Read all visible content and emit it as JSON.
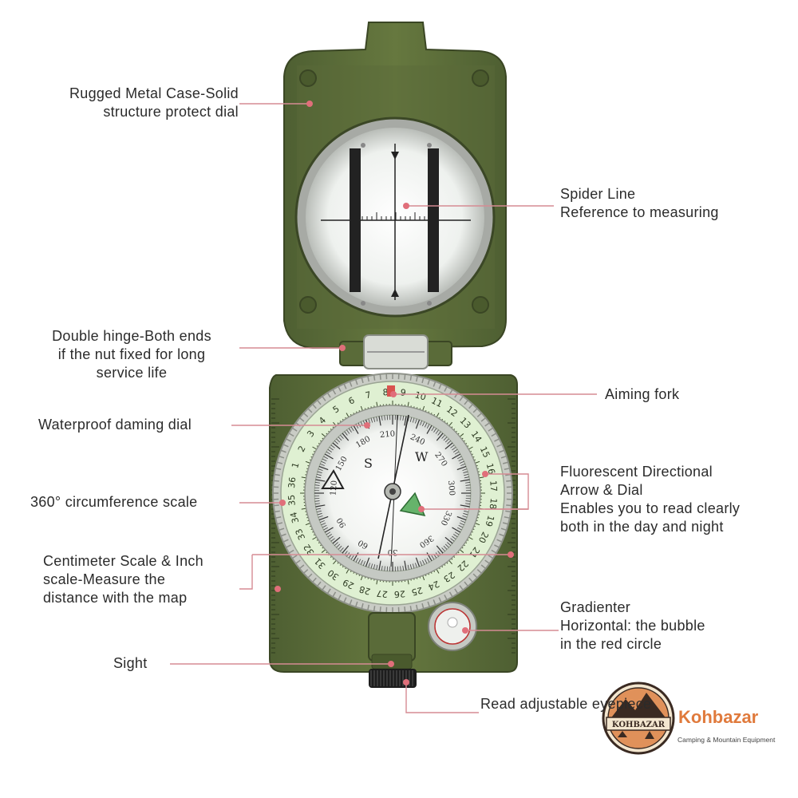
{
  "callouts": {
    "case": [
      "Rugged Metal Case-Solid",
      "structure protect dial"
    ],
    "spider": [
      "Spider Line",
      "Reference to measuring"
    ],
    "hinge": [
      "Double hinge-Both ends",
      "if the nut fixed for long",
      "service life"
    ],
    "aiming": [
      "Aiming fork"
    ],
    "waterproof": [
      "Waterproof daming dial"
    ],
    "fluorescent": [
      "Fluorescent Directional",
      "Arrow & Dial",
      "Enables you to read clearly",
      "both in the day and night"
    ],
    "circumference": [
      "360° circumference scale"
    ],
    "centimeter": [
      "Centimeter Scale & Inch",
      "scale-Measure the",
      "distance with the map"
    ],
    "gradienter": [
      "Gradienter",
      "Horizontal: the bubble",
      "in the red circle"
    ],
    "sight": [
      "Sight"
    ],
    "eyepiece": [
      "Read adjustable eyepiece"
    ]
  },
  "brand": {
    "name": "Kohbazar",
    "tagline": "Camping & Mountain Equipment",
    "logo_text": "KOHBAZAR"
  },
  "compass": {
    "cardinals": [
      "S",
      "W"
    ],
    "inner_degrees": [
      "180",
      "210",
      "240",
      "270",
      "300",
      "330",
      "150",
      "120",
      "90",
      "60",
      "30",
      "360"
    ],
    "outer_numbers": [
      "1",
      "2",
      "3",
      "4",
      "5",
      "6",
      "7",
      "8",
      "9",
      "10",
      "11",
      "12",
      "13",
      "14",
      "15",
      "16",
      "17",
      "18",
      "19",
      "20",
      "21",
      "22",
      "23",
      "24",
      "25",
      "26",
      "27",
      "28",
      "29",
      "30",
      "31",
      "32",
      "33",
      "34",
      "35",
      "36"
    ]
  },
  "colors": {
    "case_green": "#5c6e3c",
    "case_dark": "#3f4c27",
    "callout_line": "#d58b93",
    "dot": "#e06f7a",
    "dial_glow": "#dff0d2",
    "brand_orange": "#e07a3c"
  }
}
